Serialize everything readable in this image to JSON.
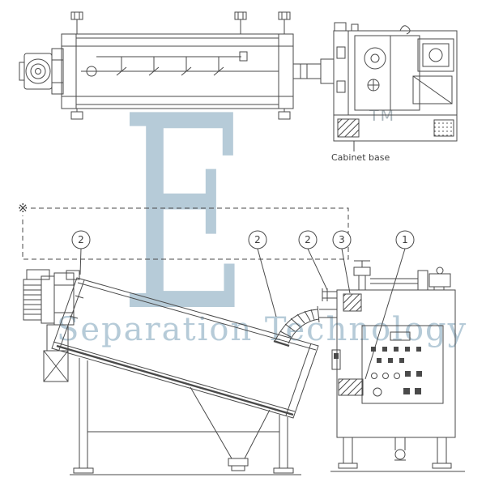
{
  "watermark": {
    "letter": "E",
    "brand_text": "Separation Technology",
    "trademark": "TM",
    "color": "#b6cbd8"
  },
  "top_view": {
    "cabinet_base_label": "Cabinet base"
  },
  "side_view": {
    "reference_mark": "※",
    "callouts": [
      {
        "label": "2"
      },
      {
        "label": "2"
      },
      {
        "label": "2"
      },
      {
        "label": "3"
      },
      {
        "label": "1"
      }
    ]
  },
  "colors": {
    "line": "#4a4a4a",
    "label_text": "#3f3f3f",
    "watermark": "#b6cbd8"
  }
}
